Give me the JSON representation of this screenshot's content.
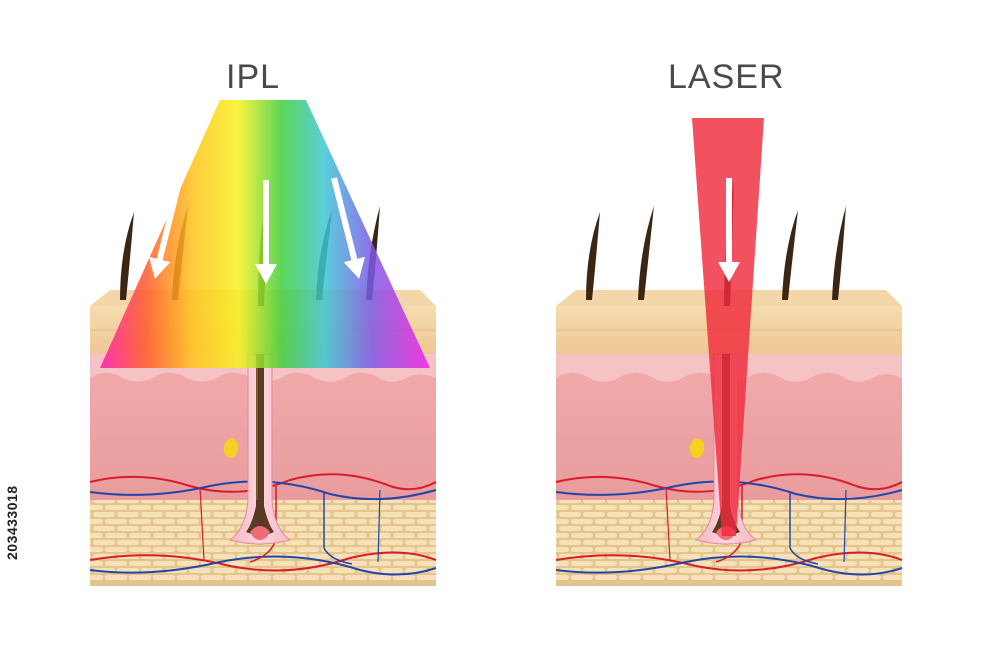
{
  "titles": {
    "ipl": "IPL",
    "laser": "LASER"
  },
  "stock_id": "203433018",
  "colors": {
    "epidermis": "#f1d3a1",
    "dermis": "#efaaa9",
    "papillary": "#f4bcc0",
    "fat_cells": "#f2dcae",
    "hair": "#3b2616",
    "laser_beam": "#ef2b3c",
    "artery": "#d81c2a",
    "vein": "#2346a8",
    "arrow": "#ffffff"
  },
  "icons": [
    "down-arrow-icon",
    "sebaceous-gland-icon",
    "hair-follicle-icon"
  ]
}
